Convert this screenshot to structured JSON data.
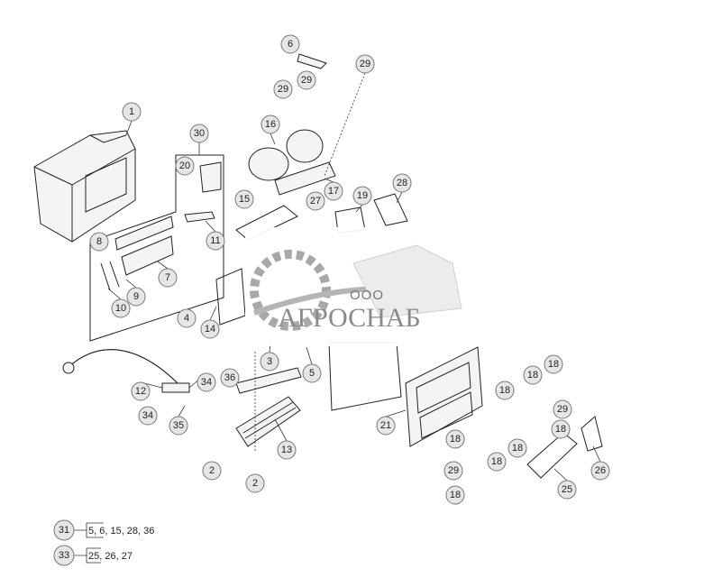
{
  "diagram": {
    "callouts": [
      "1",
      "30",
      "20",
      "6",
      "29",
      "29",
      "29",
      "16",
      "17",
      "15",
      "27",
      "19",
      "28",
      "11",
      "8",
      "7",
      "9",
      "10",
      "4",
      "14",
      "3",
      "5",
      "36",
      "12",
      "34",
      "34",
      "35",
      "13",
      "2",
      "2",
      "21",
      "18",
      "18",
      "18",
      "29",
      "18",
      "18",
      "18",
      "18",
      "29",
      "18",
      "25",
      "26"
    ],
    "legend": [
      {
        "ref": "31",
        "parts": "5, 6, 15, 28, 36"
      },
      {
        "ref": "33",
        "parts": "25, 26, 27"
      }
    ]
  },
  "watermark": {
    "prefix": "ООО",
    "name": "АГРОСНАБ"
  },
  "colors": {
    "callout_fill": "#e6e6e6",
    "line": "#222222",
    "watermark": "#8a8a8a"
  }
}
